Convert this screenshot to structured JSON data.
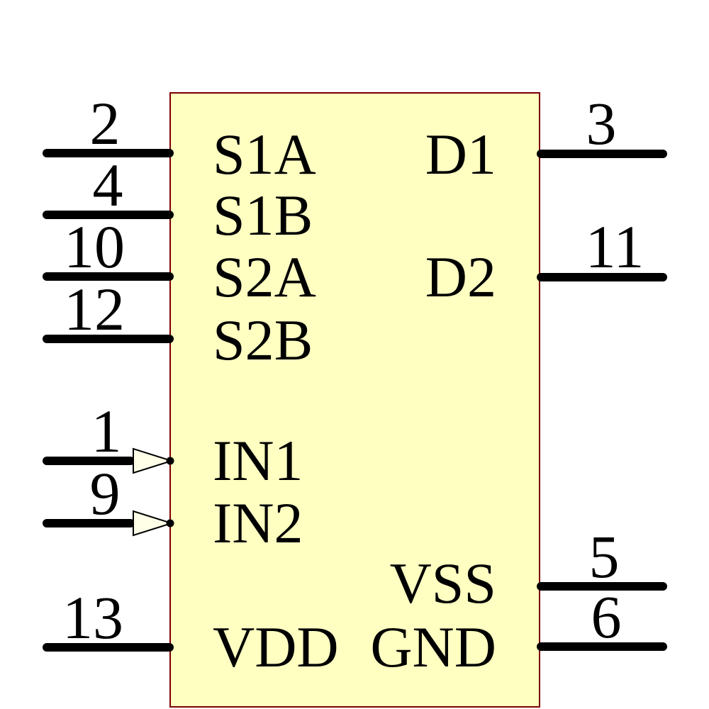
{
  "component": {
    "kind": "ic-schematic-symbol",
    "body_fill": "#ffffc2",
    "body_border": "#7d0000",
    "wire_color": "#000000",
    "arrow_fill": "#ffffe8"
  },
  "pins": {
    "left": [
      {
        "number": "2",
        "label": "S1A"
      },
      {
        "number": "4",
        "label": "S1B"
      },
      {
        "number": "10",
        "label": "S2A"
      },
      {
        "number": "12",
        "label": "S2B"
      },
      {
        "number": "1",
        "label": "IN1"
      },
      {
        "number": "9",
        "label": "IN2"
      },
      {
        "number": "13",
        "label": "VDD"
      }
    ],
    "right": [
      {
        "number": "3",
        "label": "D1"
      },
      {
        "number": "11",
        "label": "D2"
      },
      {
        "number": "5",
        "label": "VSS"
      },
      {
        "number": "6",
        "label": "GND"
      }
    ]
  }
}
